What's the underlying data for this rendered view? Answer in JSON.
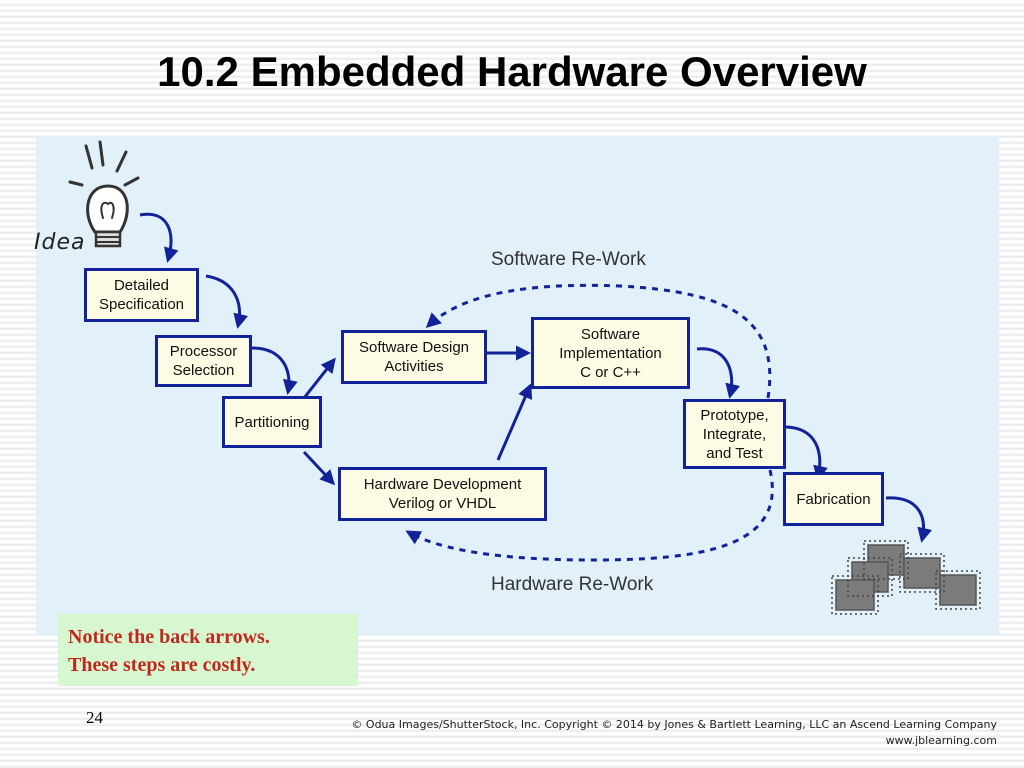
{
  "slide": {
    "title": "10.2 Embedded Hardware Overview",
    "page_number": "24",
    "copyright": "© Odua Images/ShutterStock, Inc. Copyright © 2014 by Jones & Bartlett Learning, LLC an Ascend Learning Company\nwww.jblearning.com"
  },
  "diagram": {
    "idea_label": "Idea",
    "nodes": {
      "detailed_spec": "Detailed\nSpecification",
      "processor_selection": "Processor\nSelection",
      "partitioning": "Partitioning",
      "software_design": "Software Design\nActivities",
      "software_impl": "Software\nImplementation\nC or C++",
      "hardware_dev": "Hardware Development\nVerilog or VHDL",
      "prototype": "Prototype,\nIntegrate,\nand Test",
      "fabrication": "Fabrication"
    },
    "software_rework_label": "Software Re-Work",
    "hardware_rework_label": "Hardware Re-Work",
    "icons": [
      "lightbulb-icon",
      "microchip-icon"
    ],
    "colors": {
      "arrow": "#12239a",
      "box_border": "#12239a",
      "box_fill": "#fdfbe3",
      "panel": "#e2f0f9"
    }
  },
  "note": {
    "text": "Notice the back arrows.\nThese steps are costly."
  }
}
